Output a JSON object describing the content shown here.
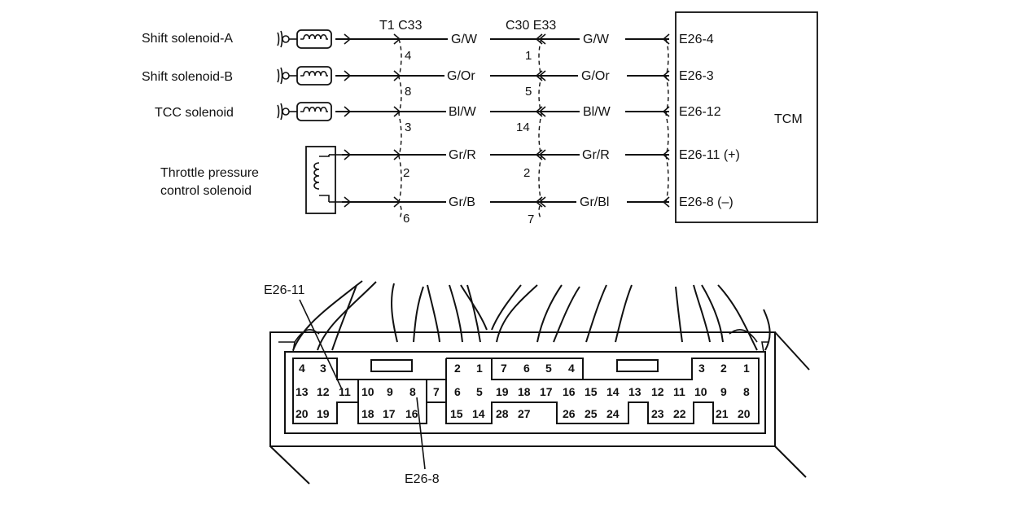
{
  "components": {
    "shift_a": "Shift solenoid-A",
    "shift_b": "Shift solenoid-B",
    "tcc": "TCC solenoid",
    "throttle_line1": "Throttle pressure",
    "throttle_line2": "control solenoid",
    "tcm": "TCM"
  },
  "connectors": {
    "left": "T1 C33",
    "right": "C30 E33"
  },
  "wires": [
    {
      "left_pin": "4",
      "left_color": "G/W",
      "right_pin": "1",
      "right_color": "G/W",
      "tcm_pin": "E26-4"
    },
    {
      "left_pin": "8",
      "left_color": "G/Or",
      "right_pin": "5",
      "right_color": "G/Or",
      "tcm_pin": "E26-3"
    },
    {
      "left_pin": "3",
      "left_color": "Bl/W",
      "right_pin": "14",
      "right_color": "Bl/W",
      "tcm_pin": "E26-12"
    },
    {
      "left_pin": "2",
      "left_color": "Gr/R",
      "right_pin": "2",
      "right_color": "Gr/R",
      "tcm_pin": "E26-11 (+)"
    },
    {
      "left_pin": "6",
      "left_color": "Gr/B",
      "right_pin": "7",
      "right_color": "Gr/Bl",
      "tcm_pin": "E26-8 (–)"
    }
  ],
  "connector_view": {
    "callout_top": "E26-11",
    "callout_bottom": "E26-8",
    "block1": {
      "top": [
        "4",
        "3"
      ],
      "mid": [
        "13",
        "12",
        "11"
      ],
      "bot": [
        "20",
        "19"
      ]
    },
    "block2": {
      "mid": [
        "10",
        "9",
        "8",
        "7"
      ],
      "bot": [
        "18",
        "17",
        "16"
      ]
    },
    "block3": {
      "top": [
        "2",
        "1"
      ],
      "mid": [
        "6",
        "5"
      ],
      "bot": [
        "15",
        "14"
      ]
    },
    "block4": {
      "top": [
        "7",
        "6",
        "5",
        "4"
      ],
      "mid": [
        "19",
        "18",
        "17",
        "16",
        "15",
        "14",
        "13",
        "12",
        "11",
        "10"
      ],
      "bot": [
        "28",
        "27",
        "26",
        "25",
        "24",
        "23",
        "22"
      ]
    },
    "block5": {
      "top": [
        "3",
        "2",
        "1"
      ],
      "mid": [
        "9",
        "8"
      ],
      "bot": [
        "21",
        "20"
      ]
    }
  }
}
